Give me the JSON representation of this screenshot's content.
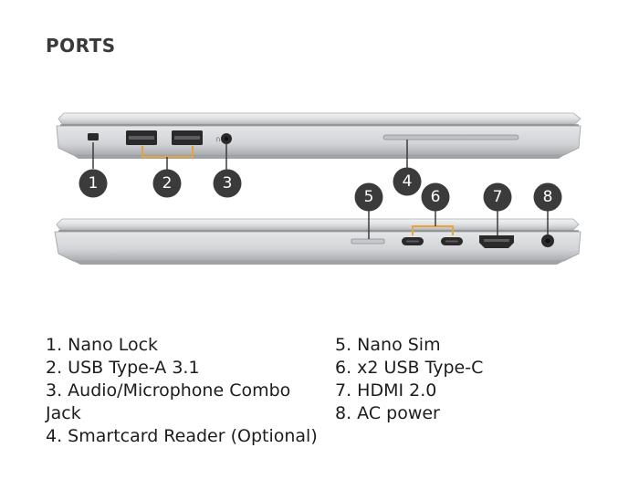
{
  "title": "PORTS",
  "callouts": [
    "1",
    "2",
    "3",
    "4",
    "5",
    "6",
    "7",
    "8"
  ],
  "legend": {
    "left": [
      "1. Nano Lock",
      "2. USB Type-A 3.1",
      "3. Audio/Microphone Combo Jack",
      "4. Smartcard Reader (Optional)"
    ],
    "right": [
      "5. Nano Sim",
      "6. x2 USB Type-C",
      "7. HDMI 2.0",
      "8. AC power"
    ]
  },
  "colors": {
    "badge": "#3b3b3b",
    "chassis_light": "#e9eaec",
    "chassis_mid": "#c9cbce",
    "chassis_dark": "#8f9296",
    "port": "#2a2a2a"
  }
}
